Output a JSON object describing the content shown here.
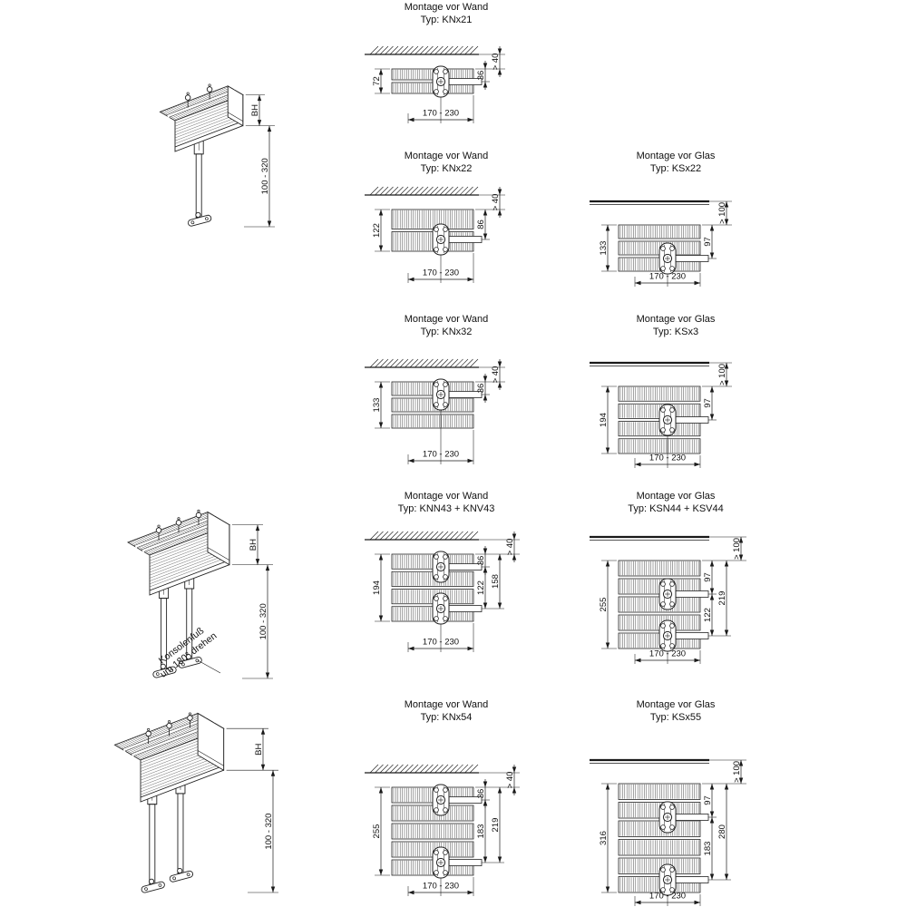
{
  "page": {
    "background": "#ffffff",
    "ink": "#1a1a1a"
  },
  "iso_views": [
    {
      "bh": "BH",
      "range": "100 - 320"
    },
    {
      "bh": "BH",
      "range": "100 - 320",
      "note1": "Konsolenfuß",
      "note2": "um 180° drehen"
    },
    {
      "bh": "BH",
      "range": "100 - 320"
    }
  ],
  "wall_diagrams": [
    {
      "title": "Montage vor Wand",
      "type": "Typ: KNx21",
      "gap": "> 40",
      "depth": "72",
      "front_offset": "36",
      "width_range": "170 - 230"
    },
    {
      "title": "Montage vor Wand",
      "type": "Typ: KNx22",
      "gap": "> 40",
      "depth": "122",
      "front_offset": "86",
      "width_range": "170 - 230"
    },
    {
      "title": "Montage vor Wand",
      "type": "Typ: KNx32",
      "gap": "> 40",
      "depth": "133",
      "front_offset": "36",
      "width_range": "170 - 230"
    },
    {
      "title": "Montage vor Wand",
      "type": "Typ: KNN43 + KNV43",
      "gap": "> 40",
      "depth": "194",
      "front_offset": "36",
      "spacing": "122",
      "total": "158",
      "width_range": "170 - 230"
    },
    {
      "title": "Montage vor Wand",
      "type": "Typ: KNx54",
      "gap": "> 40",
      "depth": "255",
      "front_offset": "36",
      "spacing": "183",
      "total": "219",
      "width_range": "170 - 230"
    }
  ],
  "glass_diagrams": [
    {
      "title": "Montage vor Glas",
      "type": "Typ: KSx22",
      "gap": "> 100",
      "depth": "133",
      "front_offset": "97",
      "width_range": "170 - 230"
    },
    {
      "title": "Montage vor Glas",
      "type": "Typ: KSx3",
      "gap": "> 100",
      "depth": "194",
      "front_offset": "97",
      "width_range": "170 - 230"
    },
    {
      "title": "Montage vor Glas",
      "type": "Typ: KSN44 + KSV44",
      "gap": "> 100",
      "depth": "255",
      "front_offset": "97",
      "spacing": "122",
      "total": "219",
      "width_range": "170 - 230"
    },
    {
      "title": "Montage vor Glas",
      "type": "Typ: KSx55",
      "gap": "> 100",
      "depth": "316",
      "front_offset": "97",
      "spacing": "183",
      "total": "280",
      "width_range": "170 - 230"
    }
  ]
}
